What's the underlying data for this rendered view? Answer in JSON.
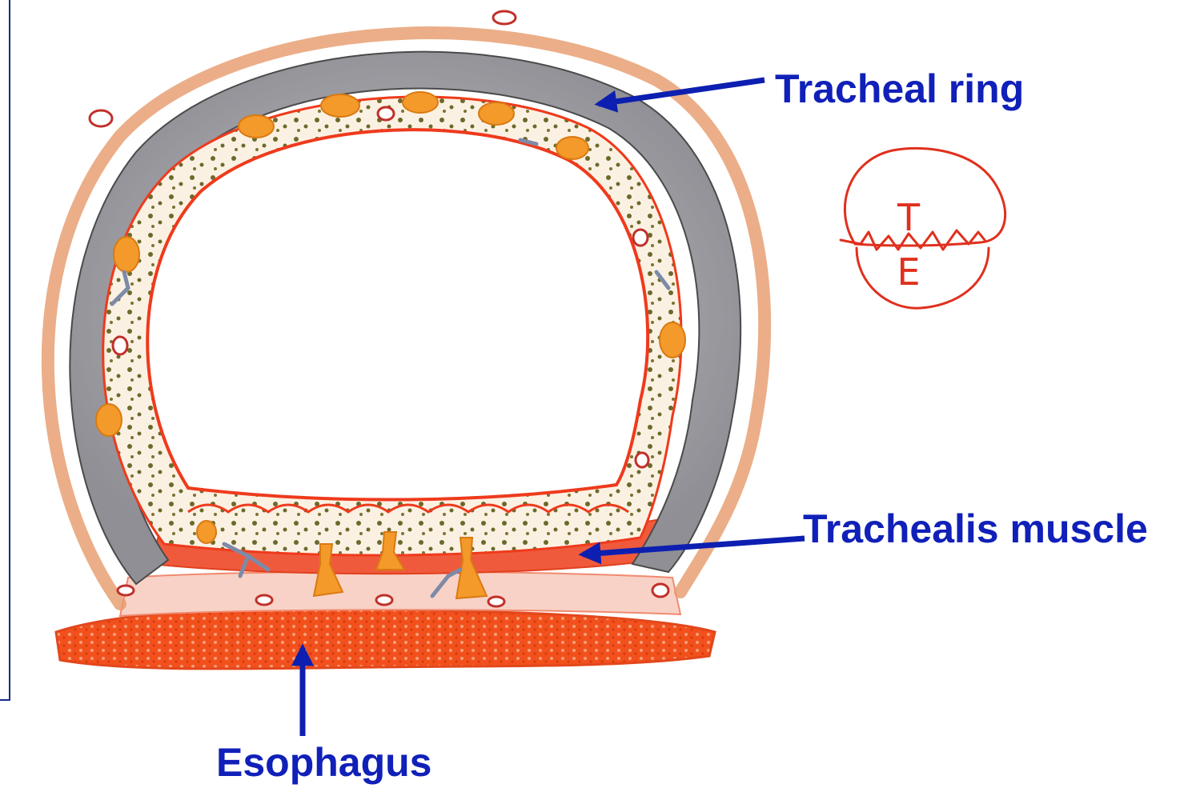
{
  "labels": {
    "tracheal_ring": "Tracheal ring",
    "trachealis_muscle": "Trachealis muscle",
    "esophagus": "Esophagus"
  },
  "sketch": {
    "top_letter": "T",
    "bottom_letter": "E"
  },
  "colors": {
    "label": "#1020b8",
    "arrow": "#0d1fb0",
    "cartilage": "#a9a9ad",
    "mucosa": "#ef3a1c",
    "esophagus": "#f04a1a",
    "gland": "#f39a2a",
    "sketch": "#e0301e",
    "frame": "#1a2a8a"
  }
}
